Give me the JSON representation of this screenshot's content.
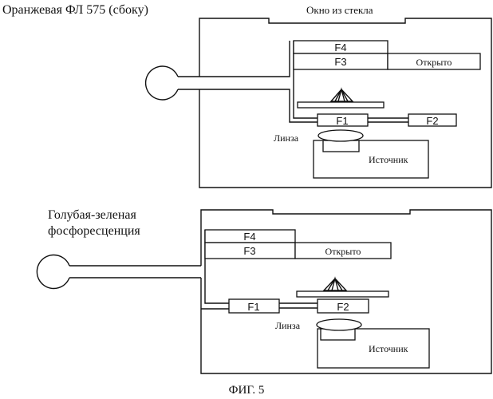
{
  "figure_label": "ФИГ. 5",
  "top_panel": {
    "title": "Оранжевая ФЛ 575 (сбоку)",
    "window_label": "Окно из стекла",
    "f4": "F4",
    "f3": "F3",
    "open_label": "Открыто",
    "f1": "F1",
    "f2": "F2",
    "lens_label": "Линза",
    "source_label": "Источник"
  },
  "bottom_panel": {
    "title_line1": "Голубая-зеленая",
    "title_line2": "фосфоресценция",
    "f4": "F4",
    "f3": "F3",
    "open_label": "Открыто",
    "f1": "F1",
    "f2": "F2",
    "lens_label": "Линза",
    "source_label": "Источник"
  }
}
